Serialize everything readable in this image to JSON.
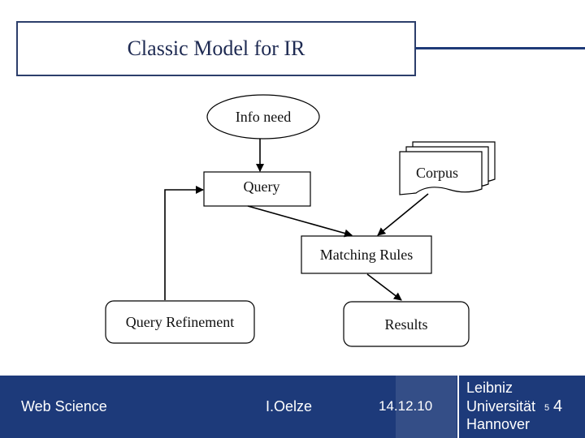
{
  "slide": {
    "title": "Classic Model for IR"
  },
  "diagram": {
    "info_need": "Info need",
    "query": "Query",
    "corpus": "Corpus",
    "matching_rules": "Matching Rules",
    "query_refinement": "Query Refinement",
    "results": "Results"
  },
  "footer": {
    "course": "Web Science",
    "author": "I.Oelze",
    "date": "14.12.10",
    "university_line1": "Leibniz",
    "university_line2": "Universität",
    "university_line3": "Hannover",
    "page_small": "5",
    "page_big": "4"
  },
  "colors": {
    "footer_bg": "#1d3a7a",
    "title_border": "#2c3e6b",
    "title_rule": "#1f3a78"
  }
}
